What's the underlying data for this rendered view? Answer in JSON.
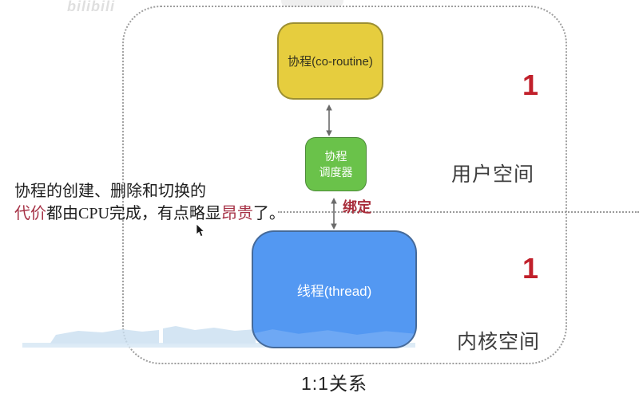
{
  "watermark": "bilibili",
  "note": {
    "line1": "协程的创建、删除和切换的",
    "line2_part1": "代价",
    "line2_part2": "都由CPU完成，有点略显",
    "line2_part3": "昂贵",
    "line2_part4": "了。"
  },
  "diagram": {
    "coroutine_label": "协程(co-routine)",
    "scheduler_label_line1": "协程",
    "scheduler_label_line2": "调度器",
    "thread_label": "线程(thread)",
    "binding_label": "绑定",
    "user_space_label": "用户空间",
    "kernel_space_label": "内核空间",
    "user_count": "1",
    "kernel_count": "1",
    "caption": "1:1关系"
  },
  "colors": {
    "coroutine_fill": "#e6cd3e",
    "scheduler_fill": "#6ac24a",
    "thread_fill": "#5398f2",
    "red_annotation": "#a63246",
    "count_red": "#c1202b",
    "boundary_gray": "#9e9e9e"
  }
}
